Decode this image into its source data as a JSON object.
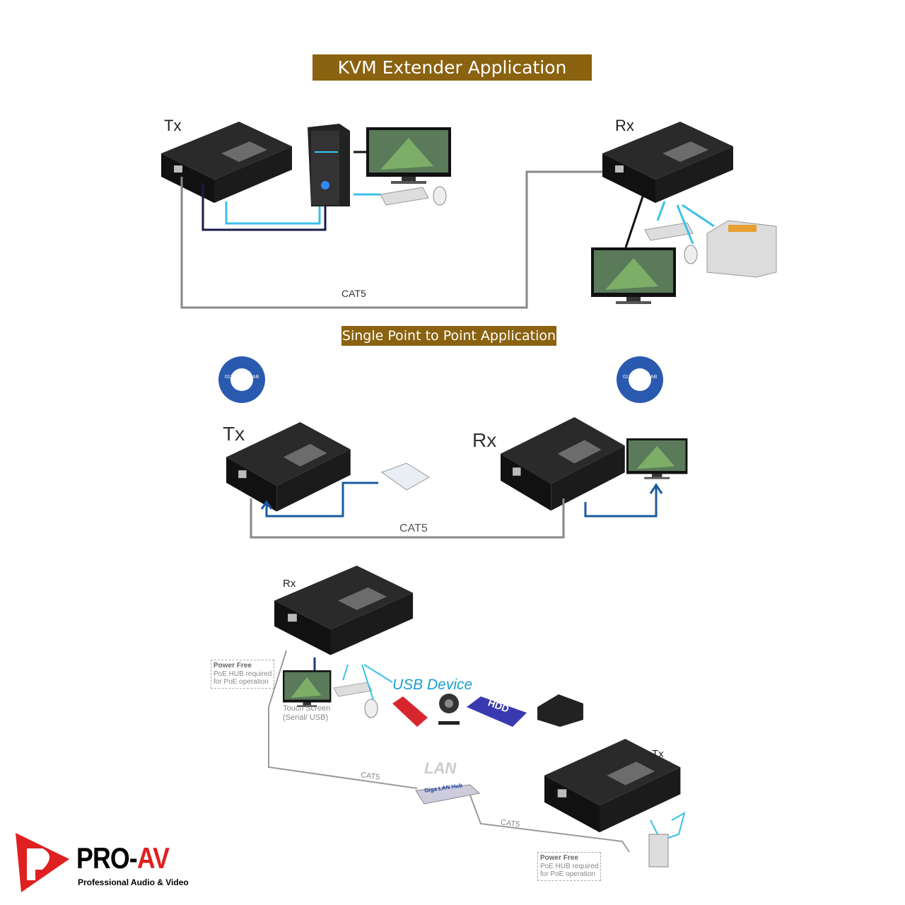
{
  "section1": {
    "title": "KVM Extender Application",
    "tx_label": "Tx",
    "rx_label": "Rx",
    "cable_label": "CAT5"
  },
  "section2": {
    "title": "Single Point to Point Application",
    "tx_label": "Tx",
    "rx_label": "Rx",
    "cable_label": "CAT5",
    "dial_text": "0123456789ABCDEF"
  },
  "section3": {
    "rx_label": "Rx",
    "tx_label": "Tx",
    "usb_label": "USB Device",
    "touch_screen_label": "Touch Screen",
    "touch_screen_sub": "(Serial/ USB)",
    "lan_label": "LAN",
    "hub_label": "Giga LAN Hub",
    "hdd_label": "HDD",
    "cable1_label": "CAT5",
    "cable2_label": "CAT5",
    "note_rx": {
      "title": "Power Free",
      "line1": "PoE HUB required",
      "line2": "for PoE operation"
    },
    "note_tx": {
      "title": "Power Free",
      "line1": "PoE HUB required",
      "line2": "for PoE operation"
    }
  },
  "logo": {
    "brand_a": "PRO-",
    "brand_b": "AV",
    "tagline": "Professional Audio & Video"
  },
  "colors": {
    "title_bg": "#8a6210",
    "usb_blue": "#1a9fd0",
    "cable_gray": "#8a8a8a",
    "logo_red": "#e02020"
  }
}
